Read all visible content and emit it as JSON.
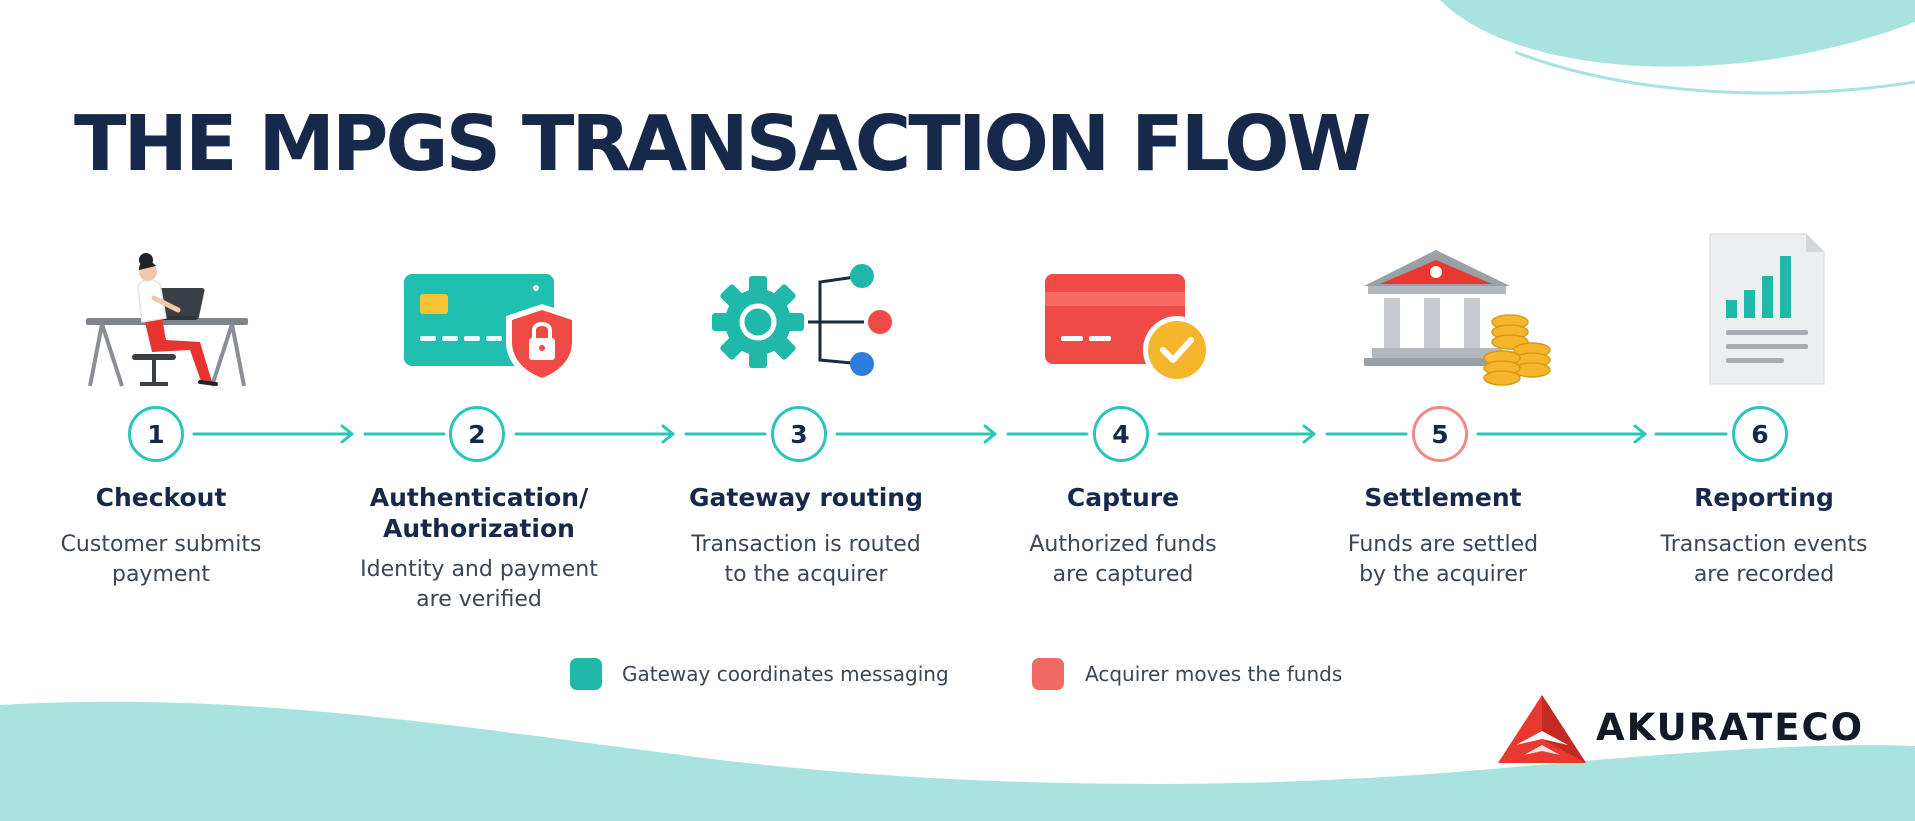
{
  "title": "THE MPGS TRANSACTION FLOW",
  "steps": [
    {
      "number": "1",
      "title": "Checkout",
      "description": "Customer submits\npayment",
      "icon": "person-laptop-icon"
    },
    {
      "number": "2",
      "title": "Authentication/\nAuthorization",
      "description": "Identity and payment\nare verified",
      "icon": "card-shield-lock-icon"
    },
    {
      "number": "3",
      "title": "Gateway routing",
      "description": "Transaction is routed\nto the acquirer",
      "icon": "gear-routing-icon"
    },
    {
      "number": "4",
      "title": "Capture",
      "description": "Authorized funds\nare captured",
      "icon": "card-check-icon"
    },
    {
      "number": "5",
      "title": "Settlement",
      "description": "Funds are settled\nby the acquirer",
      "icon": "bank-coins-icon"
    },
    {
      "number": "6",
      "title": "Reporting",
      "description": "Transaction events\nare recorded",
      "icon": "report-chart-icon"
    }
  ],
  "legend": [
    {
      "label": "Gateway coordinates messaging",
      "color": "#1fb8a9"
    },
    {
      "label": "Acquirer moves the funds",
      "color": "#f06a66"
    }
  ],
  "brand": {
    "name": "AKURATECO",
    "icon": "akurateco-logo-icon"
  },
  "colors": {
    "teal": "#2cc6b7",
    "red": "#f06a66",
    "navy": "#17294a",
    "wave": "#a9e3df"
  }
}
